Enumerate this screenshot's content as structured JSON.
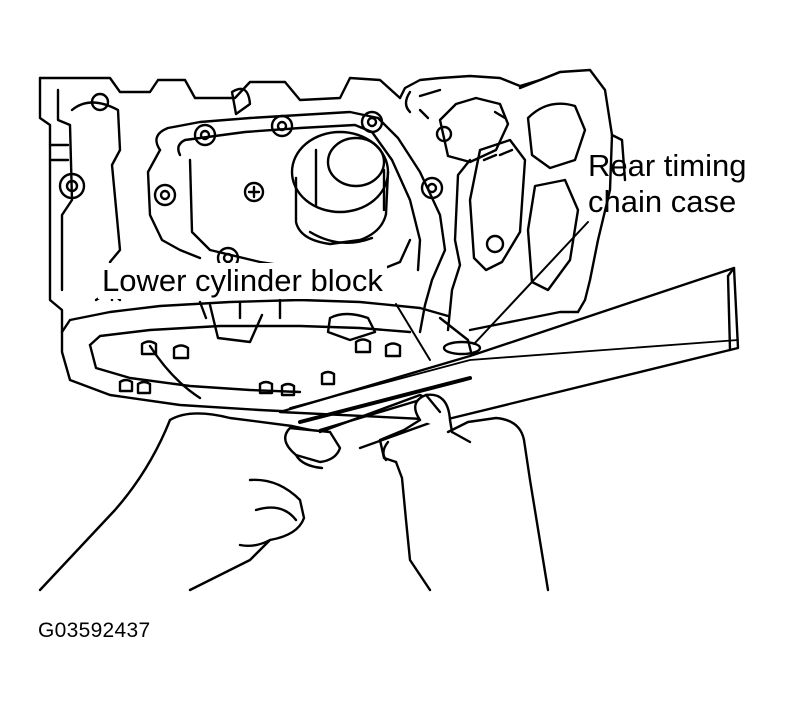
{
  "labels": {
    "lower_cylinder_block": "Lower cylinder block",
    "rear_timing_chain_case_line1": "Rear timing",
    "rear_timing_chain_case_line2": "chain case",
    "figure_code": "G03592437"
  },
  "colors": {
    "ink": "#000000",
    "paper": "#ffffff"
  }
}
